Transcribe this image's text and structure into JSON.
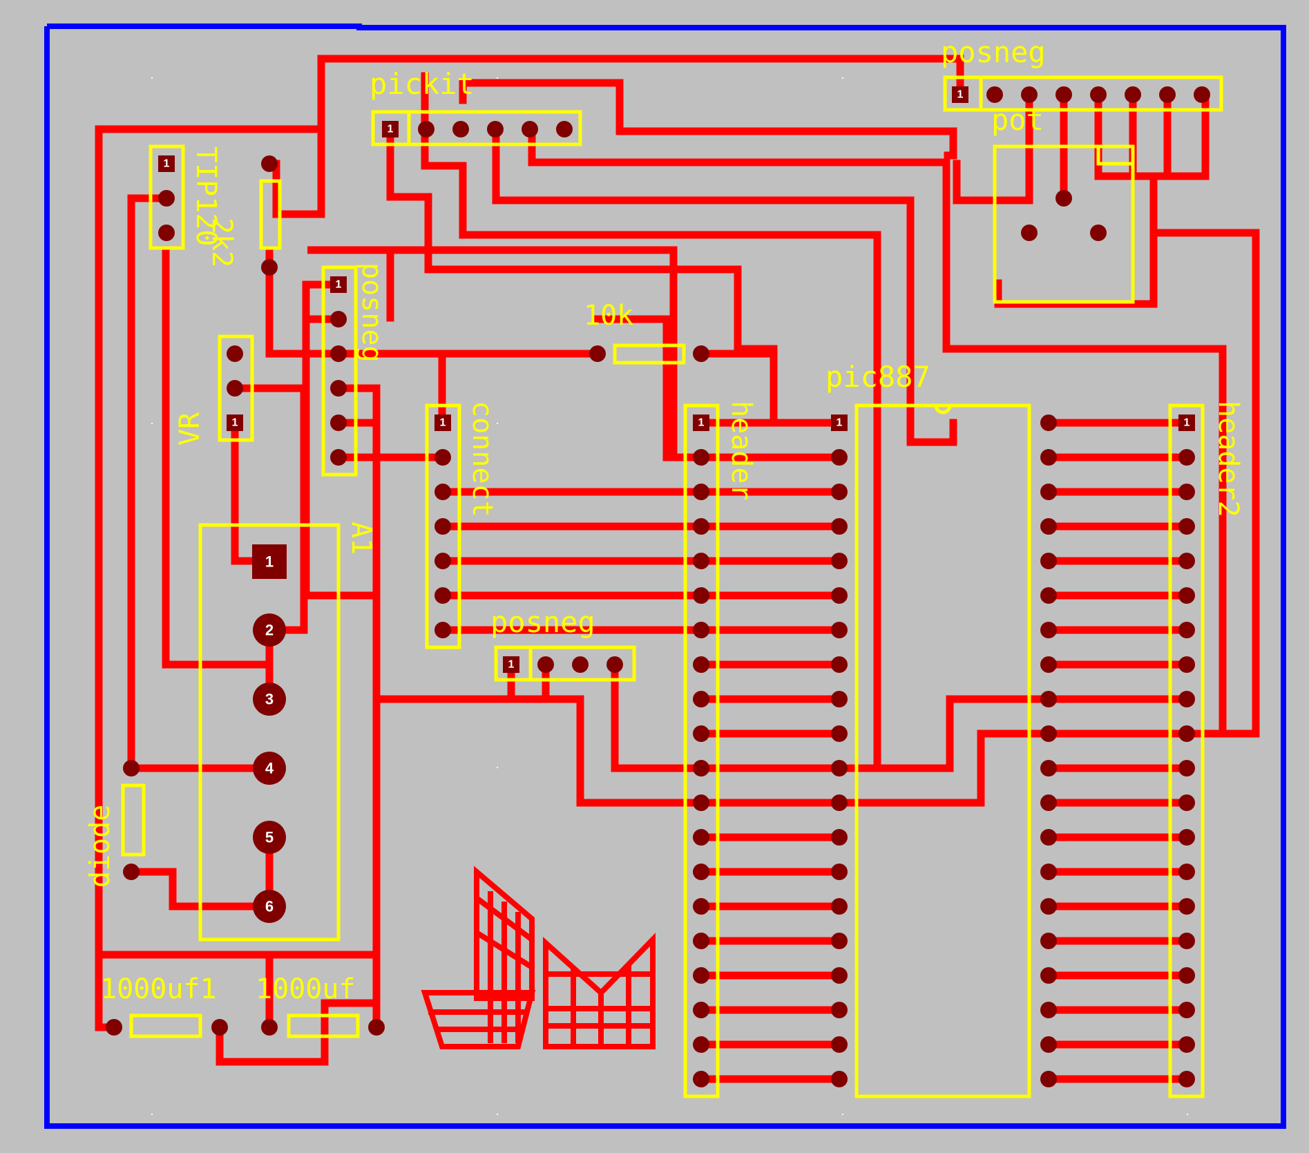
{
  "colors": {
    "background": "#c0c0c0",
    "board_outline": "#0000ff",
    "trace": "#ff0000",
    "silkscreen": "#ffff00",
    "pad": "#800000"
  },
  "labels": {
    "posneg_top": "posneg",
    "pickit": "pickit",
    "pot": "pot",
    "tip120": "TIP120",
    "res_2k2": "2k2",
    "posneg_left": "posneg",
    "vr": "VR",
    "res_10k": "10k",
    "connect": "connect",
    "header": "header",
    "pic887": "pic887",
    "header2": "header2",
    "a1": "A1",
    "posneg_mid": "posneg",
    "diode": "diode",
    "cap1": "1000uf1",
    "cap2": "1000uf"
  }
}
